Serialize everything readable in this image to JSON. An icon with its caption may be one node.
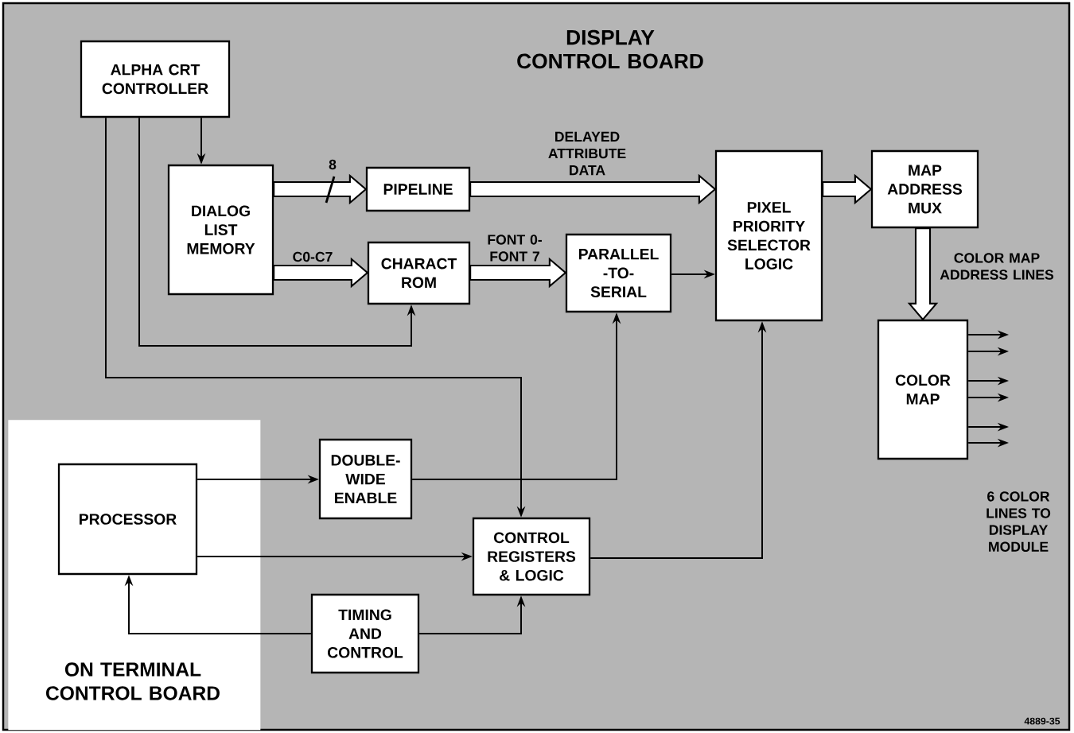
{
  "diagram": {
    "title": "DISPLAY CONTROL BOARD",
    "nodes": [
      {
        "text": [
          "ALPHA CRT CONTROLLER"
        ]
      },
      {
        "text": [
          "DIALOG LIST MEMORY"
        ]
      },
      {
        "text": [
          "PIPELINE"
        ]
      },
      {
        "text": [
          "CHARACT ROM"
        ]
      },
      {
        "text": [
          "PARALLEL -TO- SERIAL"
        ]
      },
      {
        "text": [
          "PIXEL PRIORITY SELECTOR LOGIC"
        ]
      },
      {
        "text": [
          "MAP ADDRESS MUX"
        ]
      },
      {
        "text": [
          "COLOR MAP"
        ]
      },
      {
        "text": [
          "DOUBLE- WIDE ENABLE"
        ]
      },
      {
        "text": [
          "ON TERMINAL CONTROL BOARD"
        ]
      },
      {
        "text": [
          "PROCESSOR"
        ],
        "in": 9
      },
      {
        "text": [
          "CONTROL REGISTERS & LOGIC"
        ]
      },
      {
        "text": [
          "TIMING AND CONTROL"
        ]
      }
    ],
    "edges": [
      {
        "from": 0,
        "to": 1,
        "arrow": "to"
      },
      {
        "from": 0,
        "to": 3,
        "arrow": "to"
      },
      {
        "from": 0,
        "to": 11,
        "arrow": "to"
      },
      {
        "from": 1,
        "to": 2,
        "arrow": "to",
        "style": "thick",
        "label": "8"
      },
      {
        "from": 1,
        "to": 3,
        "arrow": "to",
        "style": "thick",
        "label": "C0-C7"
      },
      {
        "from": 2,
        "to": 5,
        "arrow": "to",
        "style": "thick",
        "label": "DELAYED ATTRIBUTE DATA"
      },
      {
        "from": 3,
        "to": 4,
        "arrow": "to",
        "style": "thick",
        "label": "FONT 0- FONT 7"
      },
      {
        "from": 4,
        "to": 5,
        "arrow": "to"
      },
      {
        "from": 5,
        "to": 6,
        "arrow": "to",
        "style": "thick"
      },
      {
        "from": 6,
        "to": 7,
        "arrow": "to",
        "style": "thick",
        "label": "COLOR MAP ADDRESS LINES"
      },
      {
        "from": 10,
        "to": 8,
        "arrow": "to"
      },
      {
        "from": 8,
        "to": 4,
        "arrow": "to"
      },
      {
        "from": 10,
        "to": 11,
        "arrow": "to"
      },
      {
        "from": 11,
        "to": 5,
        "arrow": "to"
      },
      {
        "from": 12,
        "to": 10,
        "arrow": "to"
      },
      {
        "from": 12,
        "to": 11,
        "arrow": "to"
      },
      {
        "from": 7,
        "to": null,
        "arrow": "to"
      },
      {
        "from": 7,
        "to": null,
        "arrow": "to"
      },
      {
        "from": 7,
        "to": null,
        "arrow": "to"
      },
      {
        "from": 7,
        "to": null,
        "arrow": "to"
      },
      {
        "from": 7,
        "to": null,
        "arrow": "to"
      },
      {
        "from": 7,
        "to": null,
        "arrow": "to"
      }
    ],
    "labels": [
      "6 COLOR LINES TO DISPLAY MODULE",
      "4889-35"
    ]
  }
}
